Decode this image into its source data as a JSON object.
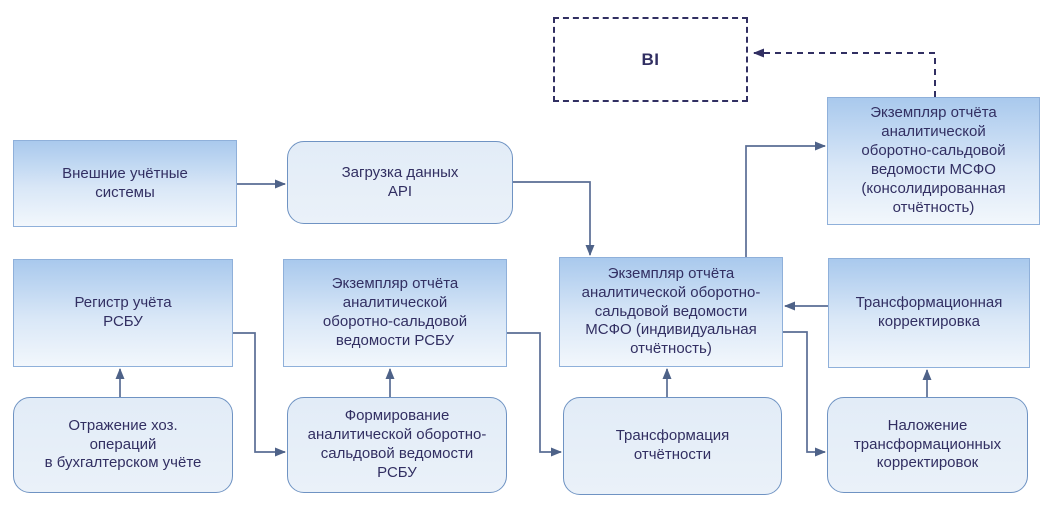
{
  "diagram": {
    "nodes": {
      "bi": {
        "label": "BI"
      },
      "external": {
        "label": "Внешние учётные\nсистемы"
      },
      "api": {
        "label": "Загрузка данных\nAPI"
      },
      "mcfo_consolidated": {
        "label": "Экземпляр отчёта\nаналитической\nоборотно-сальдовой\nведомости МСФО\n(консолидированная\nотчётность)"
      },
      "registry": {
        "label": "Регистр учёта\nРСБУ"
      },
      "rsbu_report": {
        "label": "Экземпляр отчёта\nаналитической\nоборотно-сальдовой\nведомости РСБУ"
      },
      "mcfo_individual": {
        "label": "Экземпляр отчёта\nаналитической оборотно-\nсальдовой ведомости\nМСФО (индивидуальная\nотчётность)"
      },
      "transformation_adjustment": {
        "label": "Трансформационная\nкорректировка"
      },
      "business_ops": {
        "label": "Отражение хоз.\nопераций\nв бухгалтерском учёте"
      },
      "rsbu_formation": {
        "label": "Формирование\nаналитической оборотно-\nсальдовой ведомости\nРСБУ"
      },
      "reporting_transformation": {
        "label": "Трансформация\nотчётности"
      },
      "apply_adjustments": {
        "label": "Наложение\nтрансформационных\nкорректировок"
      }
    },
    "colors": {
      "rect_fill_top": "#a9c9ed",
      "rect_fill_bottom": "#f2f7fc",
      "rect_border": "#8fb0da",
      "rounded_fill": "#e7eff8",
      "rounded_border": "#6f93c3",
      "text": "#322f62",
      "connector": "#5a6d94",
      "arrowhead": "#4e6288",
      "dashed_connector": "#312f62",
      "background": "#ffffff"
    }
  }
}
